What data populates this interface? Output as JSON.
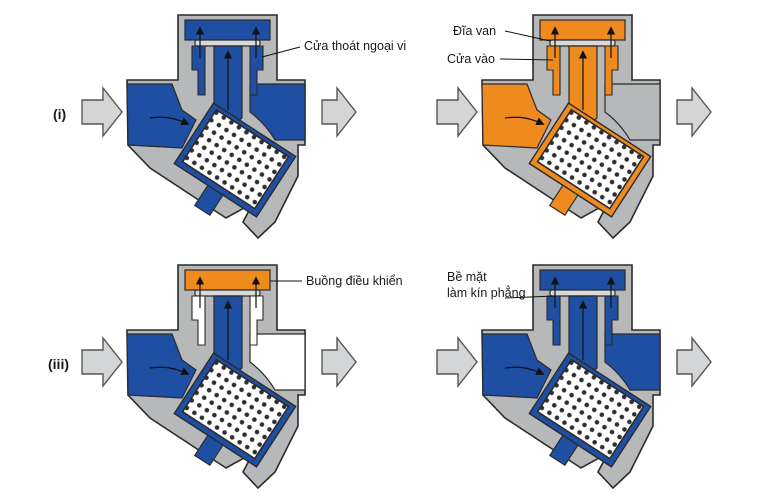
{
  "panels": [
    {
      "id": "i",
      "stage_label": "(i)",
      "colors": {
        "inlet": "#1f4fa3",
        "outlet": "#1f4fa3",
        "chamber": "#1f4fa3",
        "core": "#1f4fa3",
        "top": "#1f4fa3"
      },
      "annotations": [
        {
          "text": "Cửa thoát ngoại vi"
        }
      ]
    },
    {
      "id": "ii",
      "stage_label": "",
      "colors": {
        "inlet": "#ef8a1f",
        "outlet": "#b7b8ba",
        "chamber": "#ef8a1f",
        "core": "#ef8a1f",
        "top": "#ef8a1f"
      },
      "annotations": [
        {
          "text": "Đĩa van"
        },
        {
          "text": "Cửa vào"
        }
      ]
    },
    {
      "id": "iii",
      "stage_label": "(iii)",
      "colors": {
        "inlet": "#1f4fa3",
        "outlet": "#ffffff",
        "chamber": "#ffffff",
        "core": "#1f4fa3",
        "top": "#ef8a1f"
      },
      "annotations": [
        {
          "text": "Buồng điều khiển"
        }
      ]
    },
    {
      "id": "iv",
      "stage_label": "",
      "colors": {
        "inlet": "#1f4fa3",
        "outlet": "#1f4fa3",
        "chamber": "#1f4fa3",
        "core": "#1f4fa3",
        "top": "#1f4fa3"
      },
      "annotations": [
        {
          "text": "Bề mặt",
          "text2": "làm kín phẳng"
        }
      ]
    }
  ]
}
